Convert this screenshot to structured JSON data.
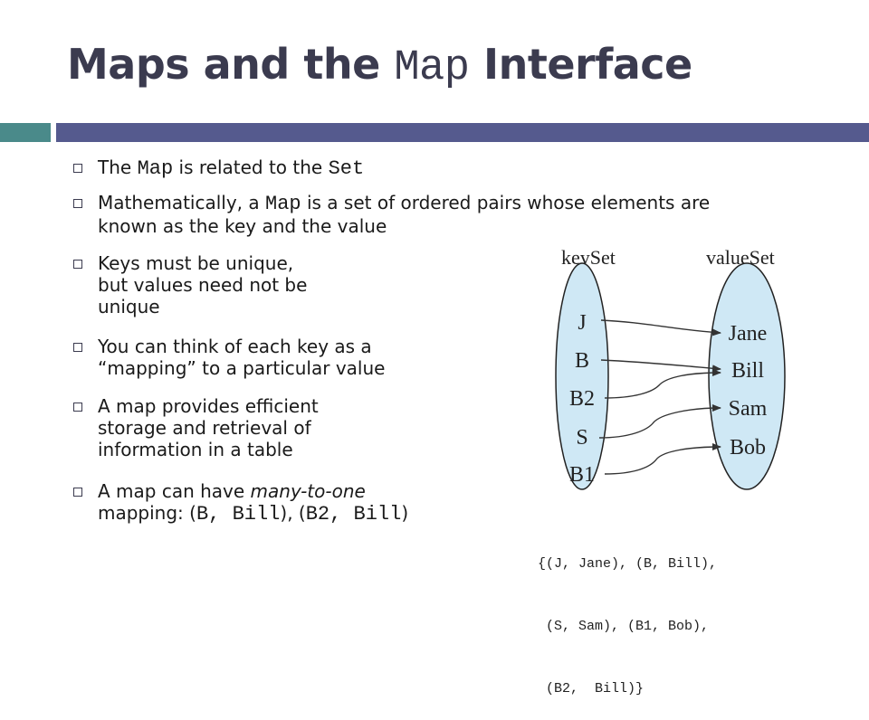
{
  "title": {
    "part1": "Maps and the ",
    "mono": "Map",
    "part2": " Interface"
  },
  "bullets": {
    "b1": {
      "t1": "The ",
      "m1": "Map",
      "t2": " is related to the ",
      "m2": "Set"
    },
    "b2": {
      "t1": "Mathematically, a ",
      "m1": "Map",
      "t2": " is a set of ordered pairs whose elements are",
      "line2": "known as the key and the value"
    },
    "b3": {
      "line1": "Keys must be unique,",
      "line2": "but values need not be",
      "line3": "unique"
    },
    "b4": {
      "line1": "You can think of each key as a",
      "line2": "“mapping” to a particular value"
    },
    "b5": {
      "line1": "A map provides efficient",
      "line2": "storage and retrieval of",
      "line3": "information in a table"
    },
    "b6": {
      "t1": "A map can have ",
      "ital": "many-to-one",
      "line2a": "mapping: (",
      "m1": "B, Bill",
      "line2b": "), (",
      "m2": "B2, Bill",
      "line2c": ")"
    }
  },
  "diagram": {
    "key_header": "keySet",
    "value_header": "valueSet",
    "keys": [
      "J",
      "B",
      "B2",
      "S",
      "B1"
    ],
    "values": [
      "Jane",
      "Bill",
      "Sam",
      "Bob"
    ],
    "ellipse_fill": "#cfe8f5",
    "mapping": [
      [
        "J",
        "Jane"
      ],
      [
        "B",
        "Bill"
      ],
      [
        "B2",
        "Bill"
      ],
      [
        "S",
        "Sam"
      ],
      [
        "B1",
        "Bob"
      ]
    ]
  },
  "code": {
    "line1": "{(J, Jane), (B, Bill),",
    "line2": " (S, Sam), (B1, Bob),",
    "line3": " (B2,  Bill)}"
  }
}
